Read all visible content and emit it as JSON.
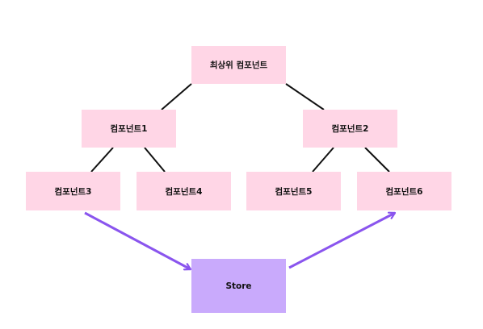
{
  "colors": {
    "component_fill": "#ffd6e6",
    "store_fill": "#c9aafc",
    "tree_edge": "#111111",
    "arrow": "#8a55ee"
  },
  "nodes": {
    "root": {
      "label": "최상위 컴포넌트"
    },
    "c1": {
      "label": "컴포넌트1"
    },
    "c2": {
      "label": "컴포넌트2"
    },
    "c3": {
      "label": "컴포넌트3"
    },
    "c4": {
      "label": "컴포넌트4"
    },
    "c5": {
      "label": "컴포넌트5"
    },
    "c6": {
      "label": "컴포넌트6"
    },
    "store": {
      "label": "Store"
    }
  },
  "edges": [
    {
      "from": "root",
      "to": "c1",
      "style": "line"
    },
    {
      "from": "root",
      "to": "c2",
      "style": "line"
    },
    {
      "from": "c1",
      "to": "c3",
      "style": "line"
    },
    {
      "from": "c1",
      "to": "c4",
      "style": "line"
    },
    {
      "from": "c2",
      "to": "c5",
      "style": "line"
    },
    {
      "from": "c2",
      "to": "c6",
      "style": "line"
    },
    {
      "from": "c3",
      "to": "store",
      "style": "arrow"
    },
    {
      "from": "store",
      "to": "c6",
      "style": "arrow"
    }
  ]
}
